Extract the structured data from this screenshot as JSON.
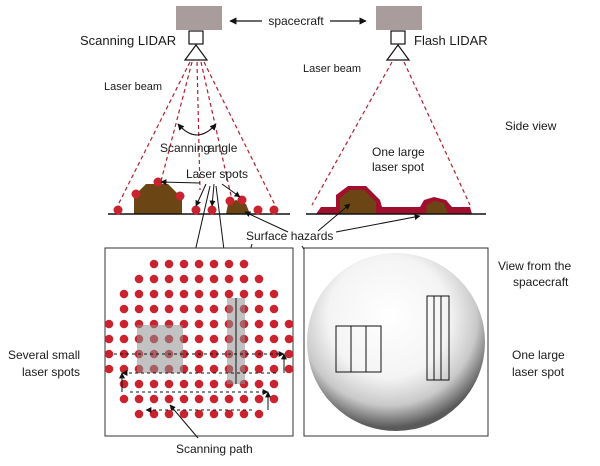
{
  "labels": {
    "spacecraft": "spacecraft",
    "scanning_lidar": "Scanning LIDAR",
    "flash_lidar": "Flash LIDAR",
    "laser_beam_left": "Laser beam",
    "laser_beam_right": "Laser beam",
    "side_view": "Side view",
    "scanning_angle_line1": "Scanning",
    "scanning_angle_line2": "angle",
    "laser_spots": "Laser spots",
    "one_large_spot_top_line1": "One large",
    "one_large_spot_top_line2": "laser spot",
    "surface_hazards": "Surface hazards",
    "view_from_line1": "View from the",
    "view_from_line2": "spacecraft",
    "several_small_line1": "Several small",
    "several_small_line2": "laser spots",
    "one_large_spot_bottom_line1": "One large",
    "one_large_spot_bottom_line2": "laser spot",
    "scanning_path": "Scanning path"
  },
  "colors": {
    "spacecraft_body": "#a89c9c",
    "terrain_fill": "#6b4513",
    "laser_spot": "#c8232f",
    "flash_outline": "#a0102e",
    "beam_dash": "#b3202f",
    "hazard_shade": "#8f8f8f"
  },
  "icons": {
    "instrument": "lidar-instrument-icon",
    "arrow": "double-arrow-icon"
  }
}
